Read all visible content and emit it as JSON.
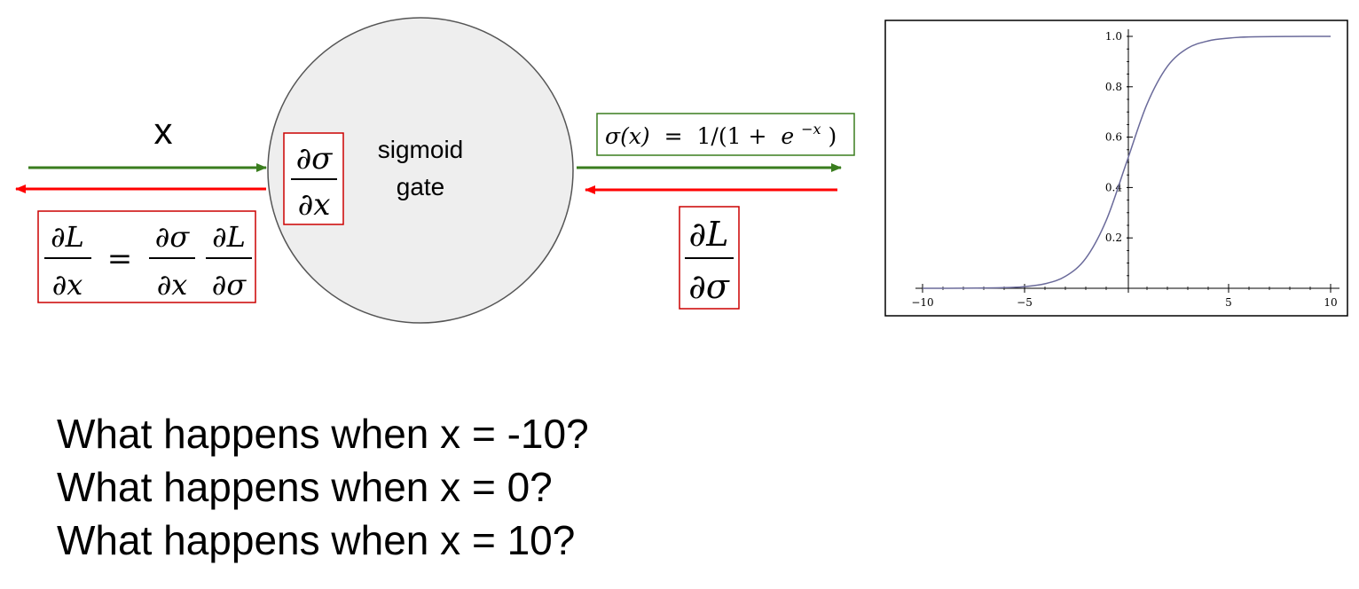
{
  "gate": {
    "name_line1": "sigmoid",
    "name_line2": "gate",
    "fill": "#eeeeee",
    "stroke": "#555555"
  },
  "input": {
    "label": "x"
  },
  "local_gradient": {
    "numerator": "∂σ",
    "denominator": "∂x"
  },
  "chain_rule": {
    "lhs_num": "∂L",
    "lhs_den": "∂x",
    "equals": "=",
    "t1_num": "∂σ",
    "t1_den": "∂x",
    "t2_num": "∂L",
    "t2_den": "∂σ"
  },
  "output_formula": {
    "sigma_x": "σ(x)",
    "eq": "=",
    "one_over": "1/(1 +",
    "e": "e",
    "exponent": "−x",
    "close": ")"
  },
  "upstream_gradient": {
    "numerator": "∂L",
    "denominator": "∂σ"
  },
  "colors": {
    "forward_arrow": "#3a7d1e",
    "backward_arrow": "#ff0000",
    "gradient_box": "#cc0000",
    "formula_box": "#3a7d1e",
    "curve": "#6a6a9a"
  },
  "chart_data": {
    "type": "line",
    "function": "sigmoid",
    "xlim": [
      -10,
      10
    ],
    "ylim": [
      0,
      1.0
    ],
    "x_ticks": [
      "−10",
      "−5",
      "5",
      "10"
    ],
    "x_tick_values": [
      -10,
      -5,
      5,
      10
    ],
    "y_ticks": [
      "0.2",
      "0.4",
      "0.6",
      "0.8",
      "1.0"
    ],
    "y_tick_values": [
      0.2,
      0.4,
      0.6,
      0.8,
      1.0
    ],
    "x": [
      -10,
      -8,
      -6,
      -5,
      -4,
      -3,
      -2,
      -1,
      0,
      1,
      2,
      3,
      4,
      5,
      6,
      8,
      10
    ],
    "y": [
      4.54e-05,
      0.000335,
      0.00247,
      0.00669,
      0.018,
      0.0474,
      0.119,
      0.269,
      0.5,
      0.731,
      0.881,
      0.953,
      0.982,
      0.993,
      0.998,
      0.9997,
      0.99995
    ]
  },
  "questions": [
    "What happens when x = -10?",
    "What happens when x = 0?",
    "What happens when x = 10?"
  ]
}
